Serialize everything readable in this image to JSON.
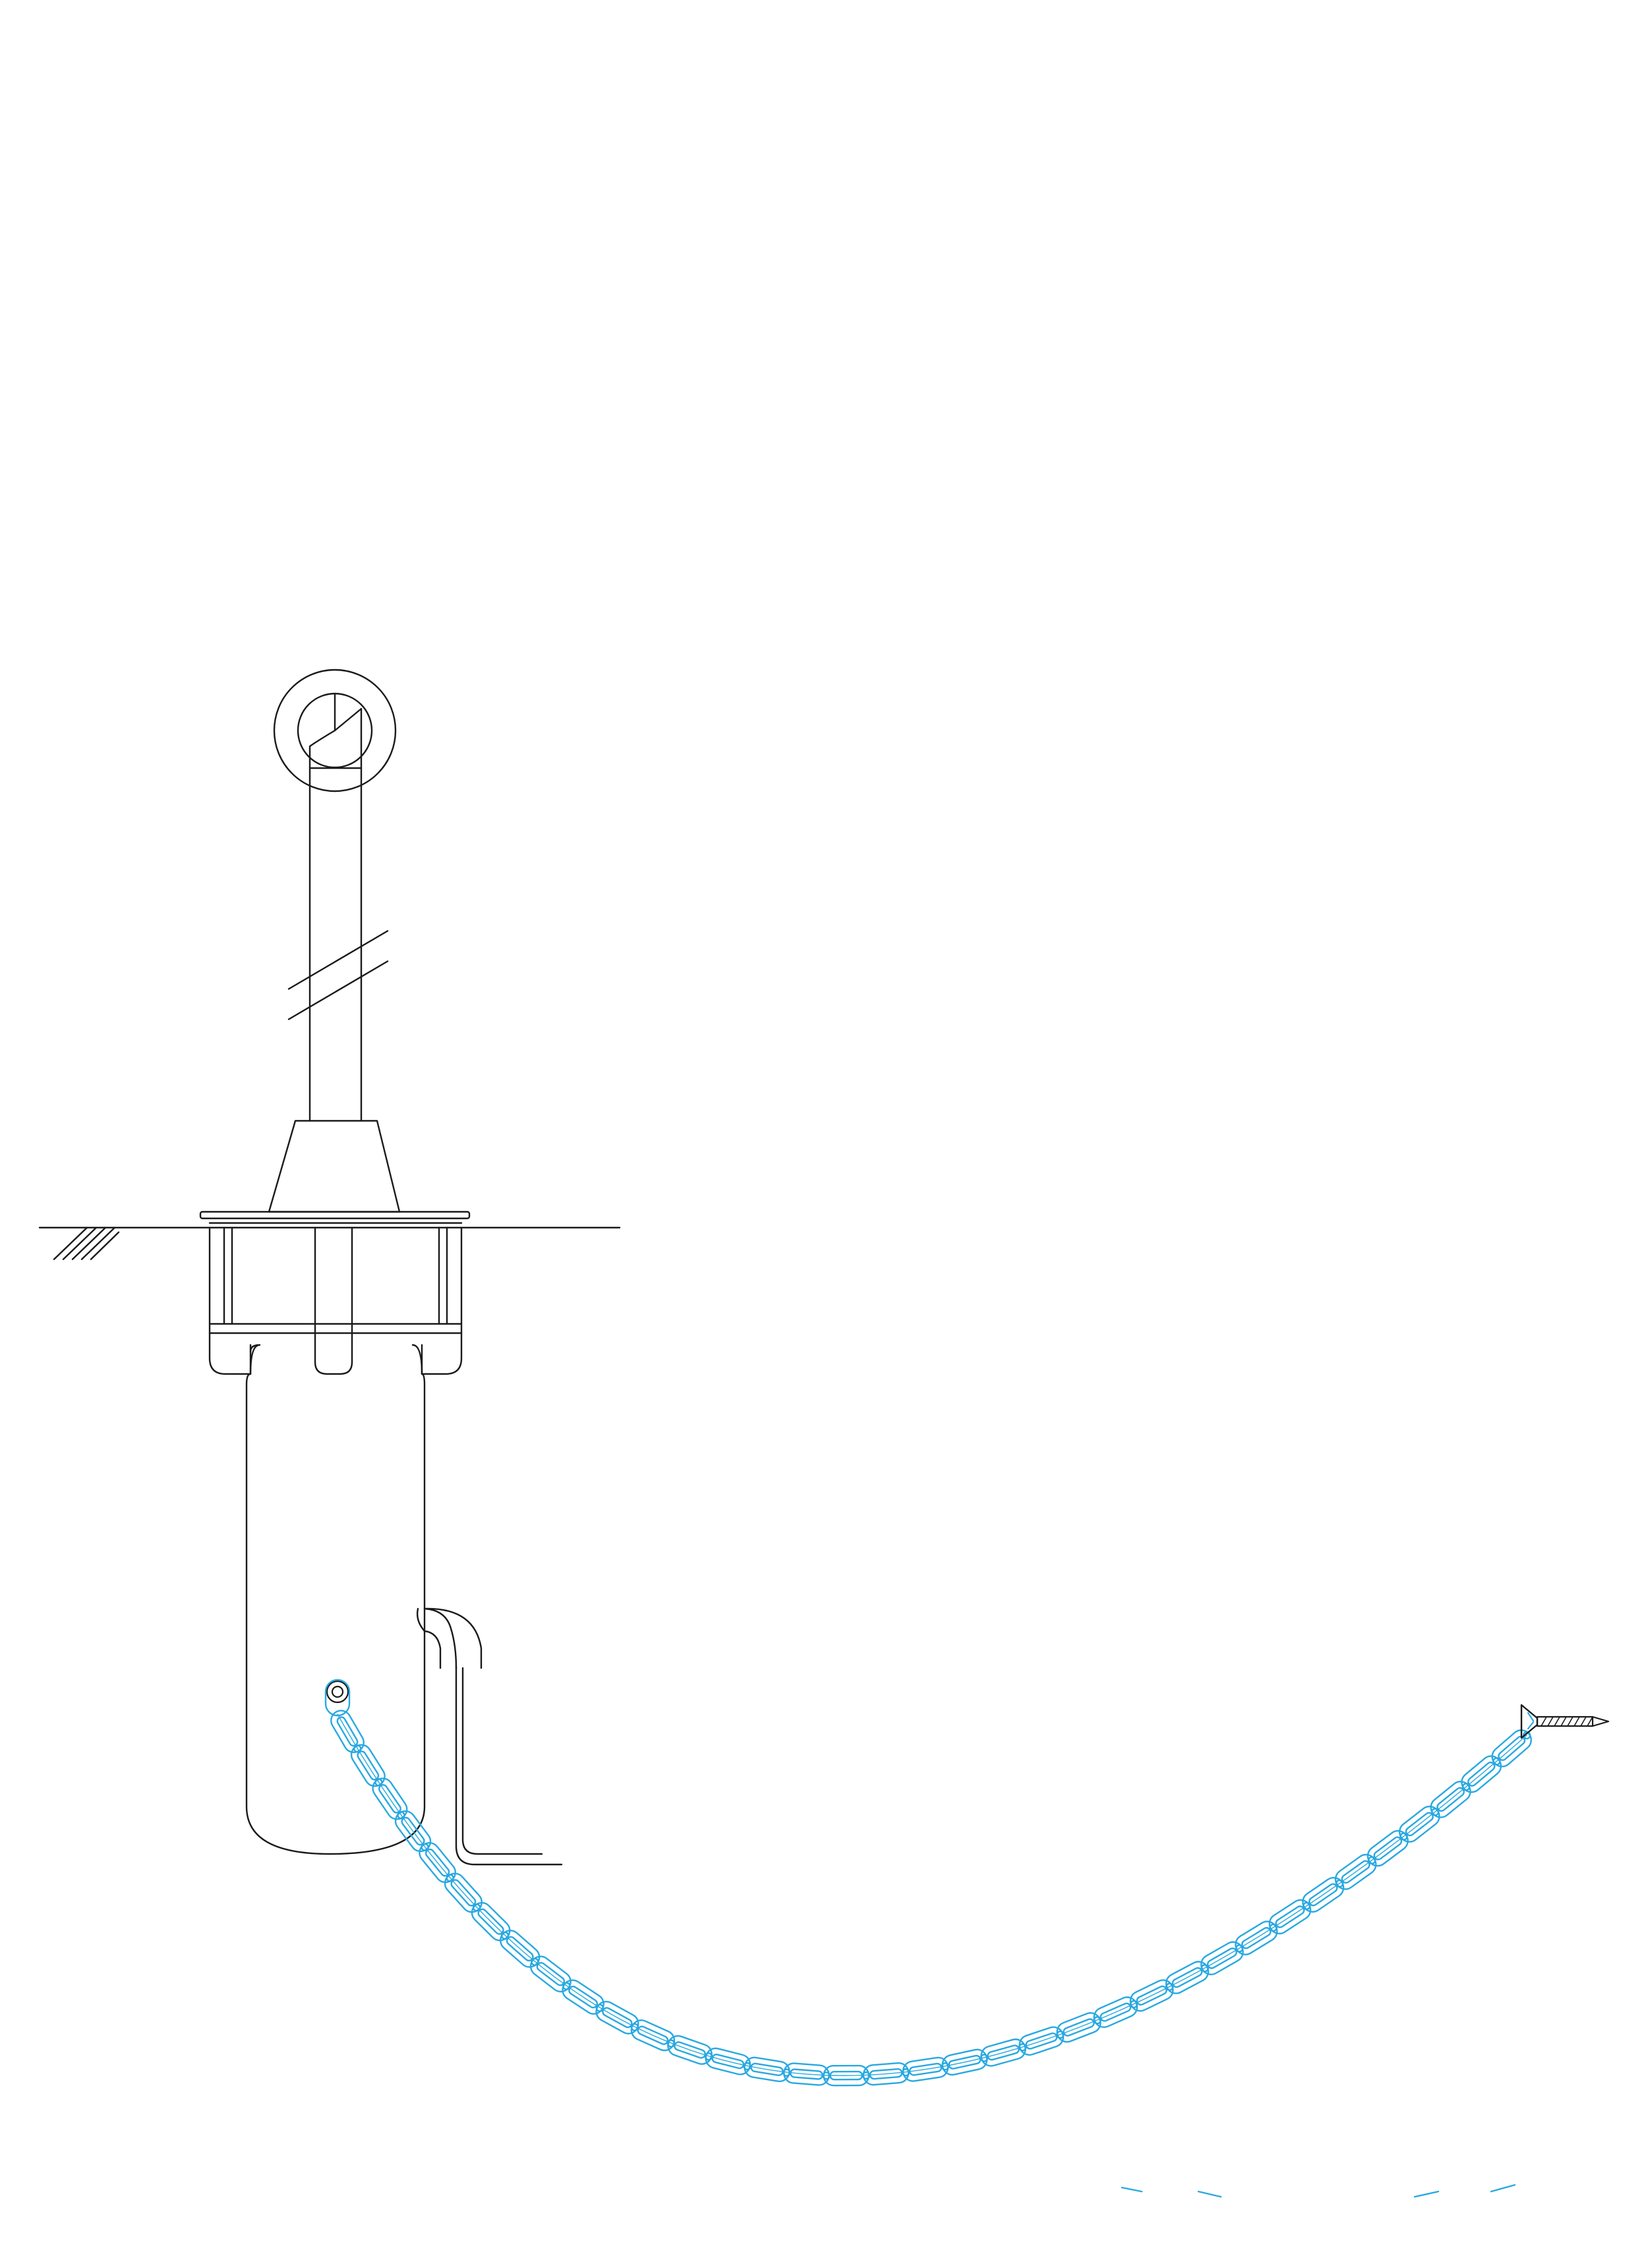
{
  "drawing": {
    "title": "",
    "line_color": "#1a1a1a",
    "chain_color": "#29a8e0",
    "background": "#ffffff",
    "components": [
      {
        "name": "top-eye-ring",
        "icon": "ring-eye-icon"
      },
      {
        "name": "post-shaft",
        "icon": "shaft-icon"
      },
      {
        "name": "break-marks",
        "icon": "break-line-icon"
      },
      {
        "name": "tapered-collar",
        "icon": "cone-icon"
      },
      {
        "name": "ground-line",
        "icon": "ground-hatch-icon"
      },
      {
        "name": "socket-head",
        "icon": "socket-icon"
      },
      {
        "name": "ground-sleeve",
        "icon": "sleeve-icon"
      },
      {
        "name": "side-pipe",
        "icon": "pipe-icon"
      },
      {
        "name": "chain-anchor",
        "icon": "anchor-point-icon"
      },
      {
        "name": "chain",
        "icon": "chain-link-icon"
      },
      {
        "name": "wall-screw",
        "icon": "screw-icon"
      }
    ],
    "chain_link_count": 36
  }
}
